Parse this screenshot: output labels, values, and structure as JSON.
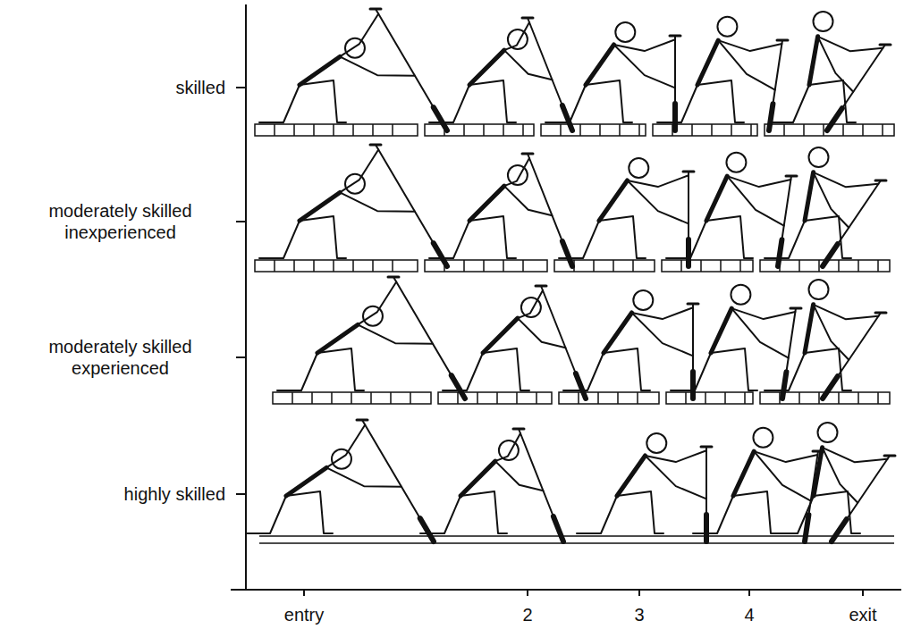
{
  "diagram": {
    "labels": [
      "skilled",
      "moderately skilled inexperienced",
      "moderately skilled experienced",
      "highly skilled",
      "entry",
      "2",
      "3",
      "4",
      "exit"
    ]
  }
}
